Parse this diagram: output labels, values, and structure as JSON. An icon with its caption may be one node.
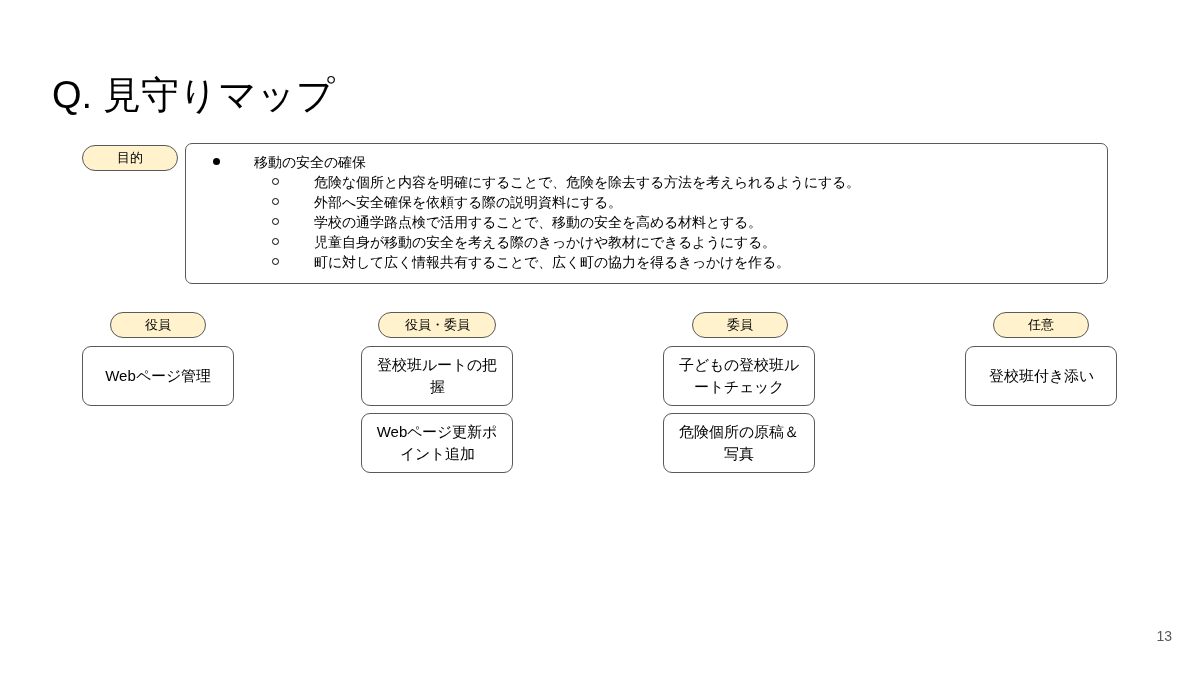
{
  "diagram": {
    "title": "Q. 見守りマップ",
    "nodes": [
      {
        "text": [
          "目的"
        ]
      },
      {
        "text": [
          "移動の安全の確保",
          "危険な個所と内容を明確にすることで、危険を除去する方法を考えられるようにする。",
          "外部へ安全確保を依頼する際の説明資料にする。",
          "学校の通学路点検で活用することで、移動の安全を高める材料とする。",
          "児童自身が移動の安全を考える際のきっかけや教材にできるようにする。",
          "町に対して広く情報共有することで、広く町の協力を得るきっかけを作る。"
        ]
      },
      {
        "text": [
          "役員"
        ]
      },
      {
        "text": [
          "役員・委員"
        ]
      },
      {
        "text": [
          "委員"
        ]
      },
      {
        "text": [
          "任意"
        ]
      },
      {
        "text": [
          "Webページ管理"
        ]
      },
      {
        "text": [
          "登校班ルートの把握"
        ]
      },
      {
        "text": [
          "子どもの登校班ルートチェック"
        ]
      },
      {
        "text": [
          "登校班付き添い"
        ]
      },
      {
        "text": [
          "Webページ更新ポイント追加"
        ]
      },
      {
        "text": [
          "危険個所の原稿＆写真"
        ]
      }
    ],
    "labels": [
      "13"
    ]
  }
}
